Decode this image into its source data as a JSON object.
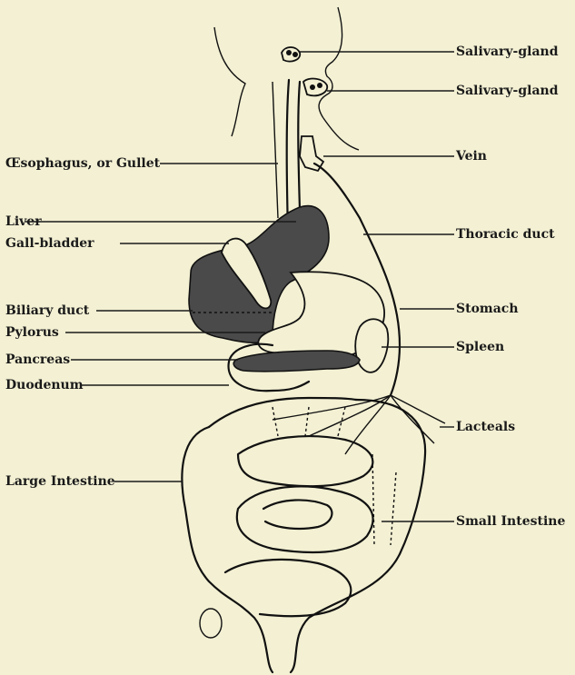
{
  "labels": {
    "salivary_gland_1": "Salivary-gland",
    "salivary_gland_2": "Salivary-gland",
    "oesophagus": "Œsophagus, or Gullet",
    "vein": "Vein",
    "liver": "Liver",
    "thoracic_duct": "Thoracic duct",
    "gall_bladder": "Gall-bladder",
    "biliary_duct": "Biliary duct",
    "stomach": "Stomach",
    "pylorus": "Pylorus",
    "spleen": "Spleen",
    "pancreas": "Pancreas",
    "duodenum": "Duodenum",
    "lacteals": "Lacteals",
    "large_intestine": "Large Intestine",
    "small_intestine": "Small Intestine"
  },
  "colors": {
    "background": "#f3f0d3",
    "ink": "#1a1a1a",
    "organ_shading": "#4a4a4a"
  }
}
